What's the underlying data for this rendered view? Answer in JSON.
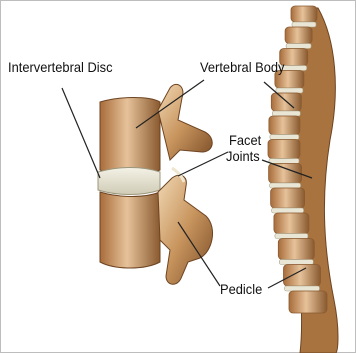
{
  "labels": {
    "intervertebral_disc": "Intervertebral Disc",
    "vertebral_body": "Vertebral Body",
    "facet_line1": "Facet",
    "facet_line2": "Joints",
    "pedicle": "Pedicle"
  },
  "colors": {
    "bone_light": "#e8c9a0",
    "bone_mid": "#c8955e",
    "bone_dark": "#8a5a30",
    "disc": "#e9e6d6",
    "background": "#ffffff",
    "label_text": "#111111",
    "leader_line": "#222222"
  }
}
